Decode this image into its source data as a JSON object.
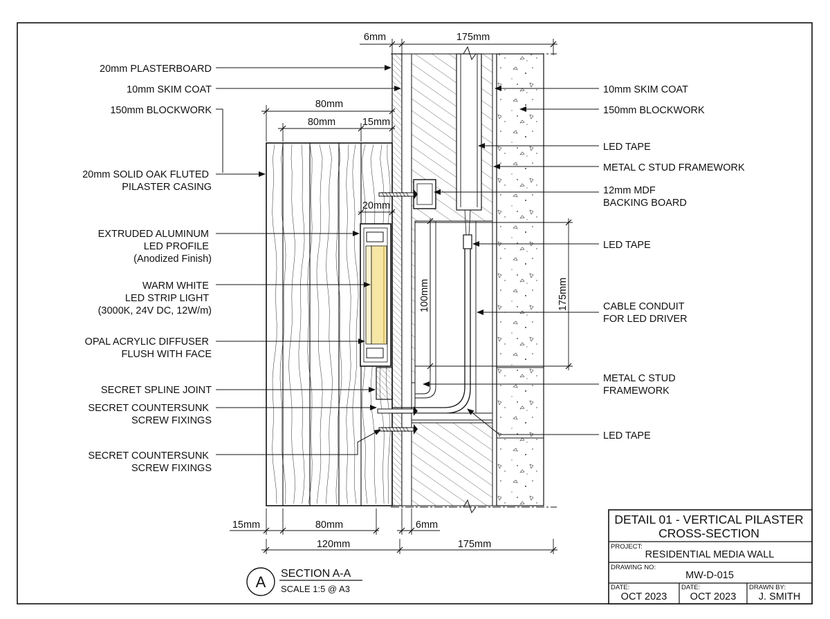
{
  "left_labels": [
    {
      "lines": [
        "20mm PLASTERBOARD"
      ]
    },
    {
      "lines": [
        "10mm SKIM COAT"
      ]
    },
    {
      "lines": [
        "150mm BLOCKWORK"
      ]
    },
    {
      "lines": [
        "20mm SOLID OAK FLUTED",
        "PILASTER CASING"
      ]
    },
    {
      "lines": [
        "EXTRUDED ALUMINUM",
        "LED PROFILE",
        "(Anodized Finish)"
      ]
    },
    {
      "lines": [
        "WARM WHITE",
        "LED STRIP LIGHT",
        "(3000K, 24V DC, 12W/m)"
      ]
    },
    {
      "lines": [
        "OPAL ACRYLIC DIFFUSER",
        "FLUSH WITH FACE"
      ]
    },
    {
      "lines": [
        "SECRET SPLINE JOINT"
      ]
    },
    {
      "lines": [
        "SECRET COUNTERSUNK",
        "SCREW FIXINGS"
      ]
    },
    {
      "lines": [
        "SECRET COUNTERSUNK",
        "SCREW FIXINGS"
      ]
    }
  ],
  "right_labels": [
    {
      "lines": [
        "10mm SKIM COAT"
      ]
    },
    {
      "lines": [
        "150mm BLOCKWORK"
      ]
    },
    {
      "lines": [
        "LED TAPE"
      ]
    },
    {
      "lines": [
        "METAL C STUD FRAMEWORK"
      ]
    },
    {
      "lines": [
        "12mm MDF",
        "BACKING BOARD"
      ]
    },
    {
      "lines": [
        "LED TAPE"
      ]
    },
    {
      "lines": [
        "CABLE CONDUIT",
        "FOR LED DRIVER"
      ]
    },
    {
      "lines": [
        "METAL C STUD",
        "FRAMEWORK"
      ]
    },
    {
      "lines": [
        "LED TAPE"
      ]
    }
  ],
  "dimensions": {
    "top_6mm": "6mm",
    "top_175mm": "175mm",
    "d80_upper": "80mm",
    "d80_inner": "80mm",
    "d15_upper": "15mm",
    "d20": "20mm",
    "d100_vertical": "100mm",
    "d175_vertical": "175mm",
    "bottom_15mm": "15mm",
    "bottom_80mm": "80mm",
    "bottom_6mm": "6mm",
    "bottom_120mm": "120mm",
    "bottom_175mm": "175mm"
  },
  "section_marker": {
    "letter": "A",
    "title": "SECTION A-A",
    "scale": "SCALE 1:5 @ A3"
  },
  "title_block": {
    "title_line1": "DETAIL 01 - VERTICAL PILASTER",
    "title_line2": "CROSS-SECTION",
    "project_label": "PROJECT:",
    "project_value": "RESIDENTIAL MEDIA WALL",
    "drawing_no_label": "DRAWING NO:",
    "drawing_no_value": "MW-D-015",
    "date1_label": "DATE:",
    "date1_value": "OCT 2023",
    "date2_label": "DATE:",
    "date2_value": "OCT 2023",
    "drawn_by_label": "DRAWN BY:",
    "drawn_by_value": "J. SMITH"
  },
  "colors": {
    "line": "#111111",
    "led_glow": "#f6e7a6",
    "diffuser": "#fbf3cf"
  }
}
